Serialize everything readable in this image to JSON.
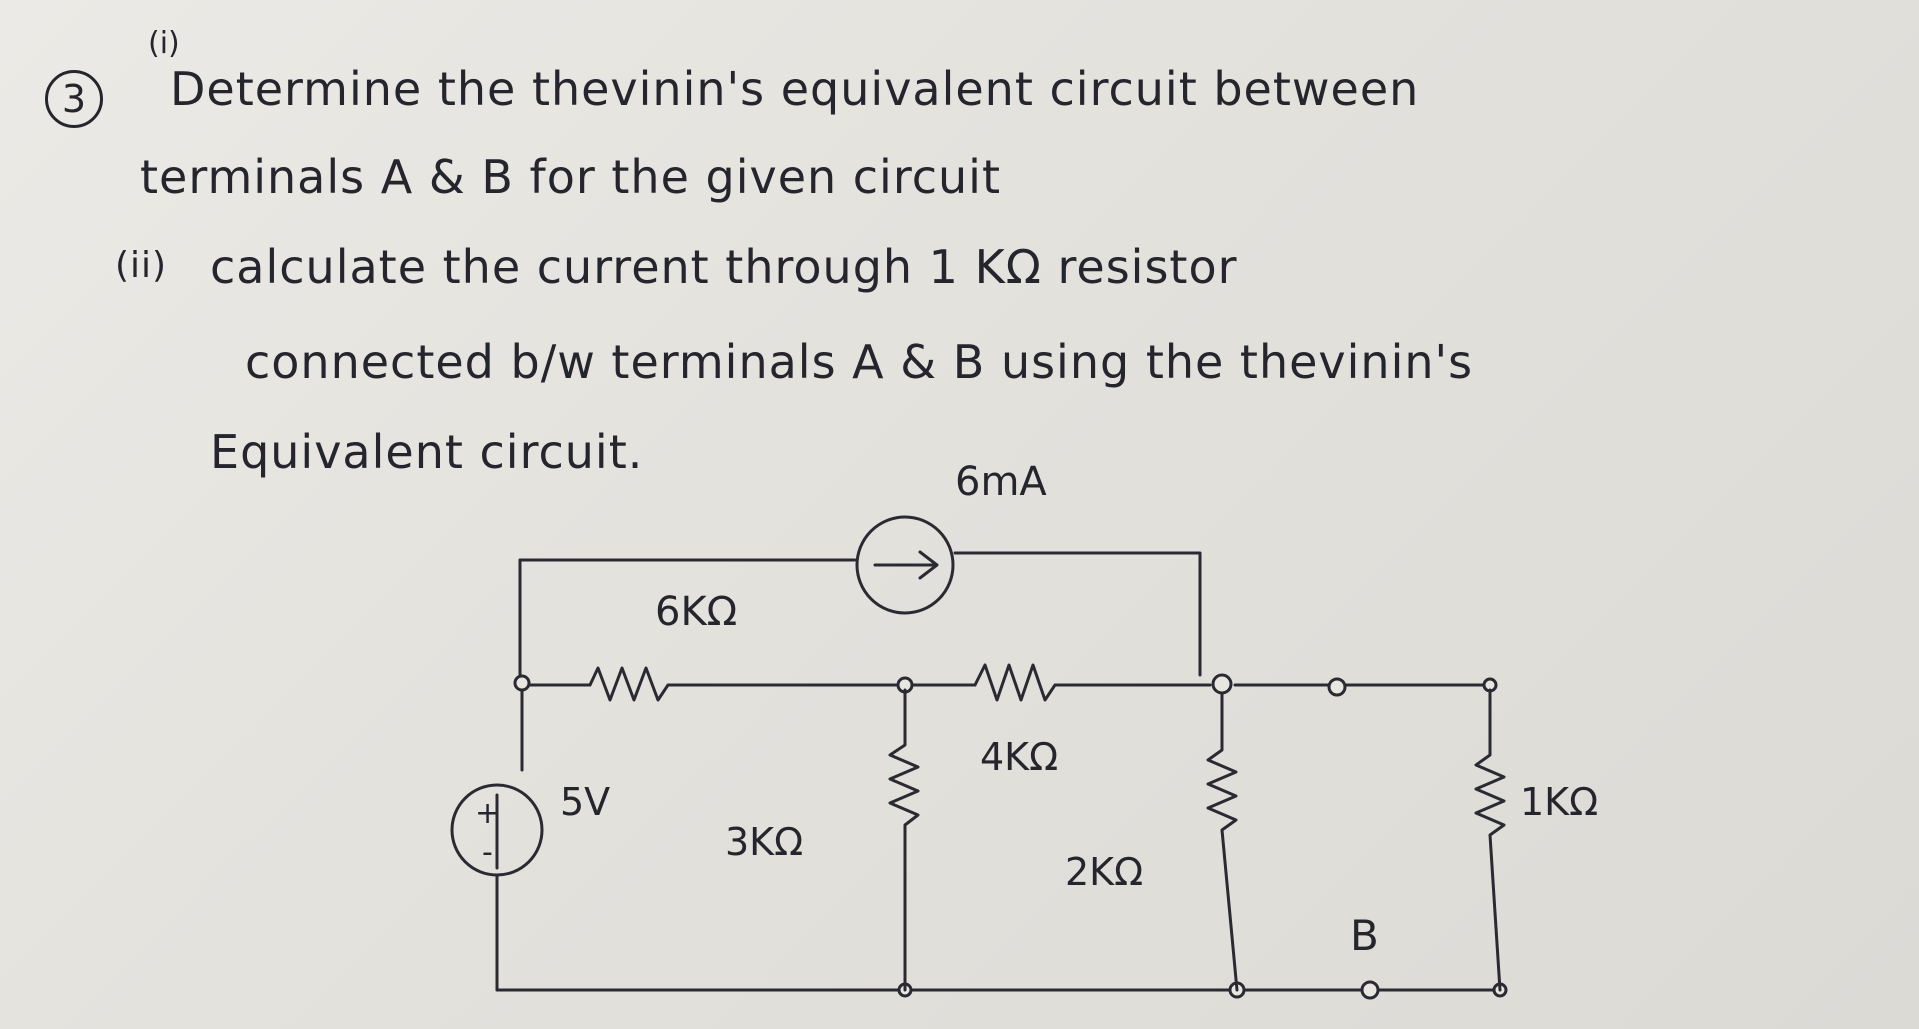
{
  "question": {
    "number": "3",
    "part_i_marker": "(i)",
    "line1": "Determine the thevinin's equivalent circuit between",
    "line2": "terminals A & B for the given circuit",
    "part_ii_marker": "(ii)",
    "line3": "calculate the current through 1 KΩ resistor",
    "line4": "connected b/w terminals A & B using the thevinin's",
    "line5": "Equivalent circuit."
  },
  "circuit": {
    "current_source_label": "6mA",
    "r1_label": "6KΩ",
    "r2_label": "4KΩ",
    "r3_label": "3KΩ",
    "r4_label": "2KΩ",
    "r5_label": "1KΩ",
    "voltage_label": "5V",
    "terminal_b_label": "B",
    "plus_sign": "+",
    "minus_sign": "-"
  }
}
